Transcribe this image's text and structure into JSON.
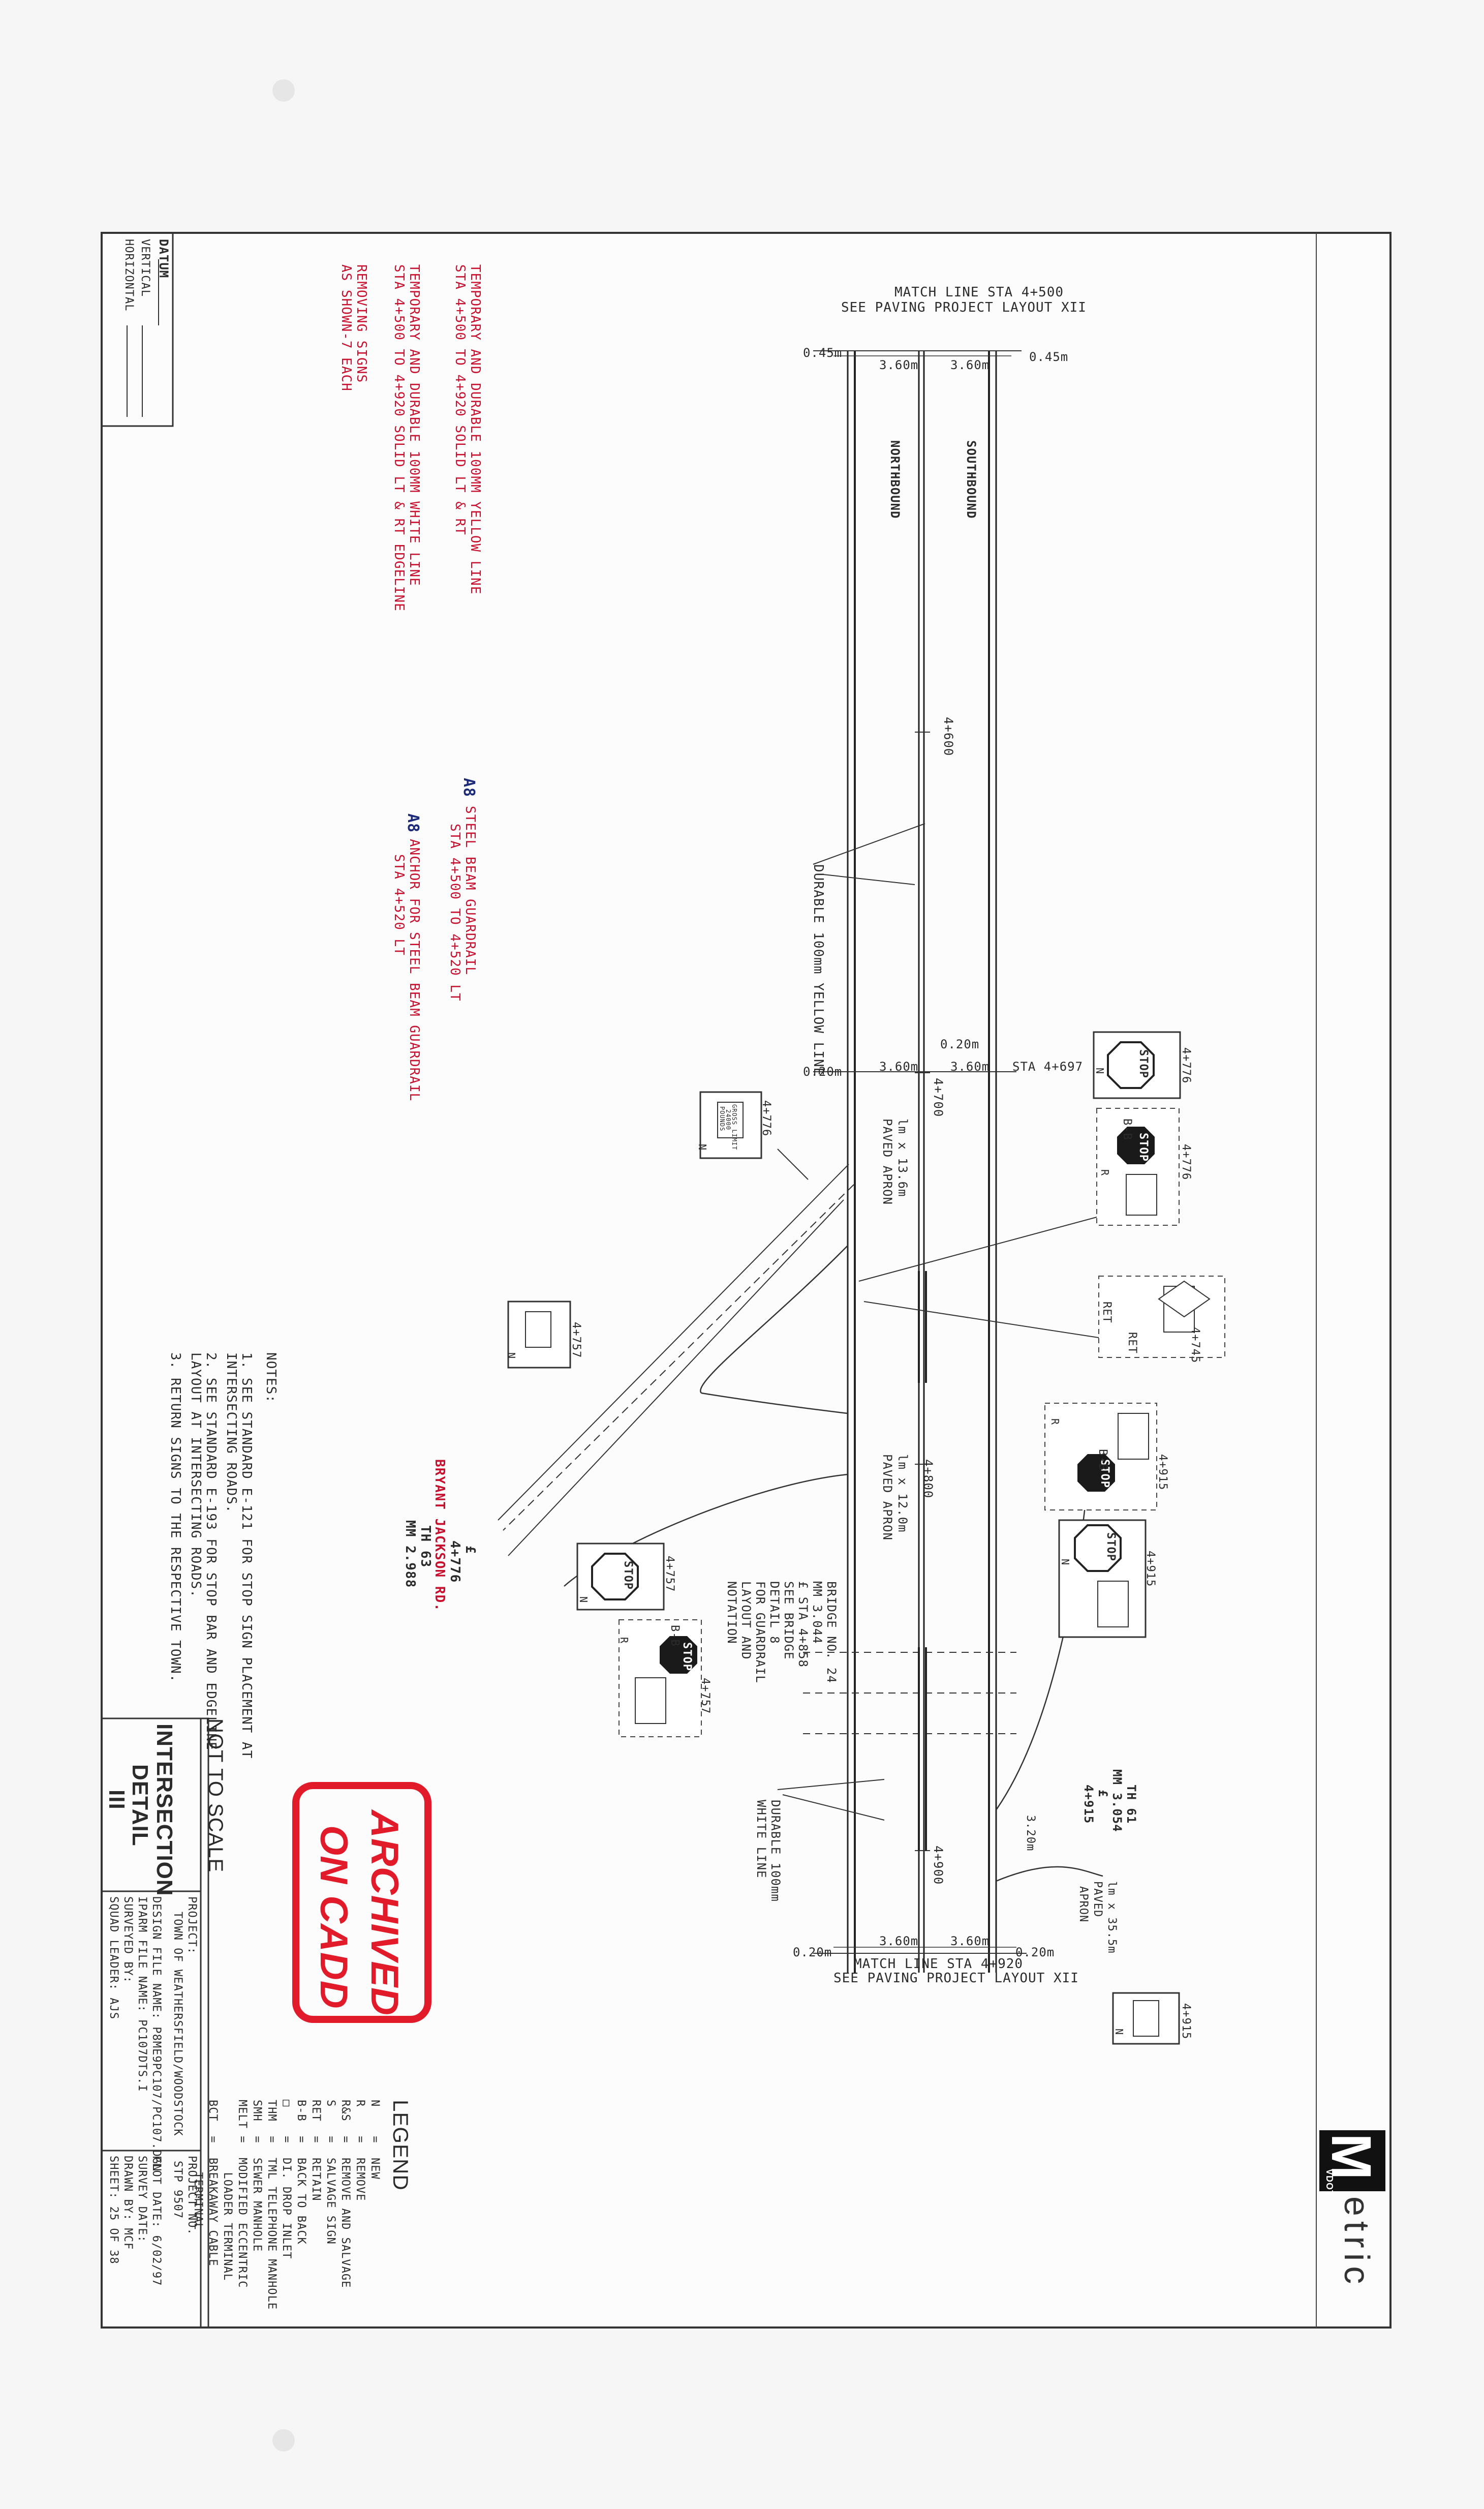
{
  "sheet": {
    "logo_letter": "M",
    "logo_badge": "VDOT",
    "logo_word": "etric"
  },
  "datum": {
    "title": "DATUM",
    "vertical": "VERTICAL",
    "horizontal": "HORIZONTAL"
  },
  "notes_red": {
    "line1": "TEMPORARY AND DURABLE 100MM YELLOW LINE",
    "line2": "STA 4+500 TO 4+920 SOLID LT & RT",
    "line3": "TEMPORARY AND DURABLE 100MM WHITE LINE",
    "line4": "STA 4+500 TO 4+920 SOLID LT & RT EDGELINE",
    "line5": "REMOVING SIGNS",
    "line6": "AS SHOWN-7 EACH",
    "guard_tag": "A8",
    "guard1": "STEEL BEAM GUARDRAIL",
    "guard2": "STA 4+500 TO 4+520 LT",
    "anchor_tag": "A8",
    "anchor1": "ANCHOR FOR STEEL BEAM GUARDRAIL",
    "anchor2": "STA 4+520 LT"
  },
  "road": {
    "match_top1": "MATCH LINE STA  4+500",
    "match_top2": "SEE PAVING PROJECT LAYOUT XII",
    "match_bot1": "MATCH LINE STA  4+920",
    "match_bot2": "SEE PAVING PROJECT LAYOUT XII",
    "shoulder_045_left": "0.45m",
    "shoulder_045_right": "0.45m",
    "lane_360_a": "3.60m",
    "lane_360_b": "3.60m",
    "lane_360_c": "3.60m",
    "lane_360_d": "3.60m",
    "lane_360_e": "3.60m",
    "lane_360_f": "3.60m",
    "shoulder_020_a": "0.20m",
    "shoulder_020_b": "0.20m",
    "shoulder_020_c": "0.20m",
    "shoulder_020_d": "0.20m",
    "northbound": "NORTHBOUND",
    "southbound": "SOUTHBOUND",
    "sta_4600": "4+600",
    "sta_4700": "4+700",
    "sta_4800": "4+800",
    "sta_4900": "4+900",
    "sta_4697": "STA 4+697",
    "yellow_line": "DURABLE 100mm YELLOW LINE",
    "white_line1": "DURABLE 100mm",
    "white_line2": "WHITE LINE",
    "apron1_a": "lm x 13.6m",
    "apron1_b": "PAVED APRON",
    "apron2_a": "lm x 12.0m",
    "apron2_b": "PAVED APRON",
    "apron3_a": "lm x 35.5m",
    "apron3_b": "PAVED",
    "apron3_c": "APRON",
    "bridge1": "BRIDGE NO. 24",
    "bridge2": "MM 3.044",
    "bridge3": "£ STA 4+858",
    "bridge4": "SEE BRIDGE",
    "bridge5": "DETAIL 8",
    "bridge6": "FOR GUARDRAIL",
    "bridge7": "LAYOUT AND",
    "bridge8": "NOTATION",
    "road_name1": "£",
    "road_name2": "4+776",
    "road_name3": "BRYANT JACKSON RD.",
    "road_name4": "TH 63",
    "road_name5": "MM 2.988",
    "th61_1": "TH 61",
    "th61_2": "MM 3.054",
    "th61_3": "£",
    "th61_4": "4+915",
    "dim_320": "3.20m"
  },
  "signs": {
    "stop": "STOP",
    "n": "N",
    "r": "R",
    "ret": "RET",
    "bb": "B-B",
    "s_4776_a": "4+776",
    "s_4776_b": "4+776",
    "s_4776_c": "4+776",
    "s_4757_a": "4+757",
    "s_4757_b": "4+757",
    "s_4757_c": "4+757",
    "s_4745": "4+745",
    "s_4915_a": "4+915",
    "s_4915_b": "4+915",
    "s_4915_c": "4+915",
    "weight1": "GROSS LIMIT",
    "weight2": "24000",
    "weight3": "POUNDS"
  },
  "notes": {
    "title": "NOTES:",
    "n1a": "1. SEE STANDARD E-121 FOR STOP SIGN PLACEMENT AT",
    "n1b": "   INTERSECTING ROADS.",
    "n2a": "2. SEE STANDARD E-193 FOR STOP BAR AND EDGELINE",
    "n2b": "   LAYOUT AT INTERSECTING ROADS.",
    "n3": "3. RETURN SIGNS TO THE RESPECTIVE TOWN."
  },
  "legend": {
    "title": "LEGEND",
    "items": [
      "N    =  NEW",
      "R    =  REMOVE",
      "R&S  =  REMOVE AND SALVAGE",
      "S    =  SALVAGE SIGN",
      "RET  =  RETAIN",
      "B-B  =  BACK TO BACK",
      "□    =  DI. DROP INLET",
      "THM  =  TML TELEPHONE MANHOLE",
      "SMH  =  SEWER MANHOLE",
      "MELT =  MODIFIED ECCENTRIC",
      "          LOADER TERMINAL",
      "BCT  =  BREAKAWAY CABLE",
      "          TERMINAL"
    ]
  },
  "stamp": {
    "line1": "ARCHIVED",
    "line2": "ON  CADD"
  },
  "title_block": {
    "not_to_scale": "NOT TO SCALE",
    "title1": "INTERSECTION",
    "title2": "DETAIL",
    "title3": "III",
    "project_label": "PROJECT:",
    "project_name": "TOWN OF WEATHERSFIELD/WOODSTOCK",
    "design_file": "DESIGN FILE NAME: P8ME9PC107/PC107.DGN",
    "plan_file": "IPARM FILE NAME: PC107DTS.I",
    "surveyed_by": "SURVEYED BY:",
    "squad_leader": "SQUAD LEADER: AJS",
    "project_no_label": "PROJECT NO.",
    "project_no": "STP 9507",
    "plot_date": "PLOT DATE: 6/02/97",
    "survey_date": "SURVEY DATE:",
    "drawn_by": "DRAWN BY:  MCF",
    "sheet": "SHEET: 25  OF  38"
  }
}
